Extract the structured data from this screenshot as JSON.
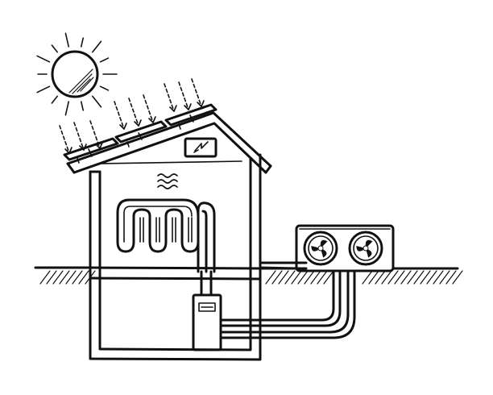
{
  "colors": {
    "ink": "#111111",
    "paper": "#ffffff"
  },
  "diagram": {
    "elements": [
      {
        "id": "sun",
        "icon": "sun-icon"
      },
      {
        "id": "solar-panels",
        "icon": "solar-panel-icon"
      },
      {
        "id": "house",
        "icon": "house-icon"
      },
      {
        "id": "inverter",
        "icon": "lightning-bolt-icon"
      },
      {
        "id": "heat-waves",
        "icon": "heat-waves-icon"
      },
      {
        "id": "floor-heating-coil",
        "icon": "heating-coil-icon"
      },
      {
        "id": "heat-pump-controller",
        "icon": "control-unit-icon"
      },
      {
        "id": "outdoor-heat-pump",
        "icon": "fan-icon"
      },
      {
        "id": "ground",
        "icon": "ground-hatch-icon"
      }
    ]
  }
}
